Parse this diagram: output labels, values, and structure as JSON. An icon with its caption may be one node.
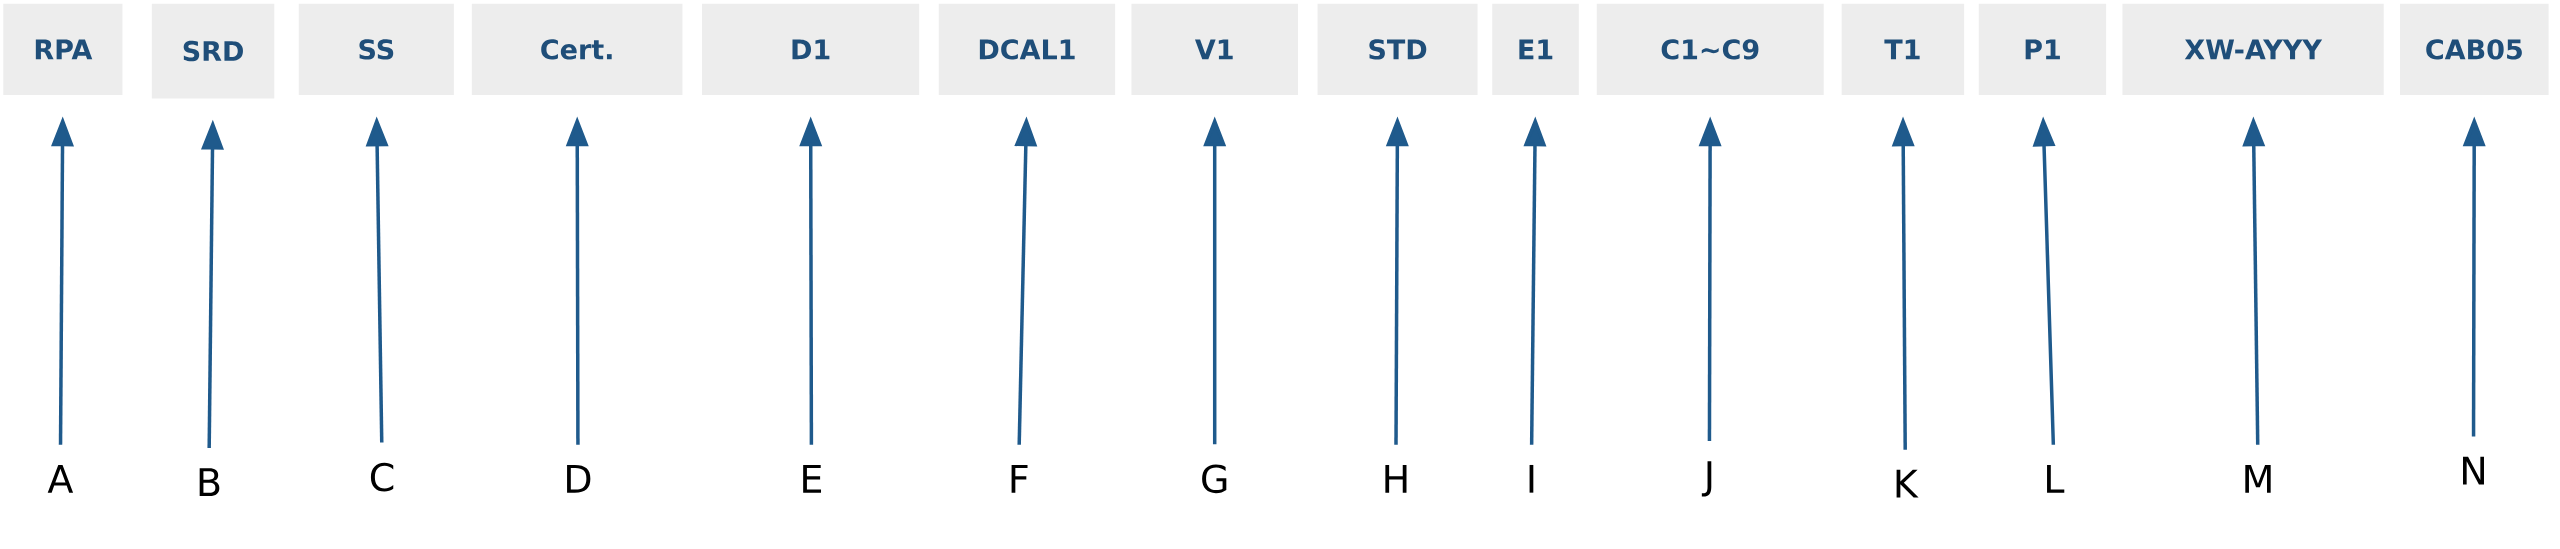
{
  "diagram": {
    "nodes": [
      {
        "text": [
          "RPA"
        ]
      },
      {
        "text": [
          "SRD"
        ]
      },
      {
        "text": [
          "SS"
        ]
      },
      {
        "text": [
          "Cert."
        ]
      },
      {
        "text": [
          "D1"
        ]
      },
      {
        "text": [
          "DCAL1"
        ]
      },
      {
        "text": [
          "V1"
        ]
      },
      {
        "text": [
          "STD"
        ]
      },
      {
        "text": [
          "E1"
        ]
      },
      {
        "text": [
          "C1∼C9"
        ]
      },
      {
        "text": [
          "T1"
        ]
      },
      {
        "text": [
          "P1"
        ]
      },
      {
        "text": [
          "XW-AYYY"
        ]
      },
      {
        "text": [
          "CAB05"
        ]
      },
      {
        "text": [
          "A"
        ]
      },
      {
        "text": [
          "B"
        ]
      },
      {
        "text": [
          "C"
        ]
      },
      {
        "text": [
          "D"
        ]
      },
      {
        "text": [
          "E"
        ]
      },
      {
        "text": [
          "F"
        ]
      },
      {
        "text": [
          "G"
        ]
      },
      {
        "text": [
          "H"
        ]
      },
      {
        "text": [
          "I"
        ]
      },
      {
        "text": [
          "J"
        ]
      },
      {
        "text": [
          "K"
        ]
      },
      {
        "text": [
          "L"
        ]
      },
      {
        "text": [
          "M"
        ]
      },
      {
        "text": [
          "N"
        ]
      }
    ],
    "edges": [
      {
        "from": 14,
        "to": 0,
        "arrow": "to"
      },
      {
        "from": 15,
        "to": 1,
        "arrow": "to"
      },
      {
        "from": 16,
        "to": 2,
        "arrow": "to"
      },
      {
        "from": 17,
        "to": 3,
        "arrow": "to"
      },
      {
        "from": 18,
        "to": 4,
        "arrow": "to"
      },
      {
        "from": 19,
        "to": 5,
        "arrow": "to"
      },
      {
        "from": 20,
        "to": 6,
        "arrow": "to"
      },
      {
        "from": 21,
        "to": 7,
        "arrow": "to"
      },
      {
        "from": 22,
        "to": 8,
        "arrow": "to"
      },
      {
        "from": 23,
        "to": 9,
        "arrow": "to"
      },
      {
        "from": 24,
        "to": 10,
        "arrow": "to"
      },
      {
        "from": 25,
        "to": 11,
        "arrow": "to"
      },
      {
        "from": 26,
        "to": 12,
        "arrow": "to"
      },
      {
        "from": 27,
        "to": 13,
        "arrow": "to"
      }
    ]
  }
}
